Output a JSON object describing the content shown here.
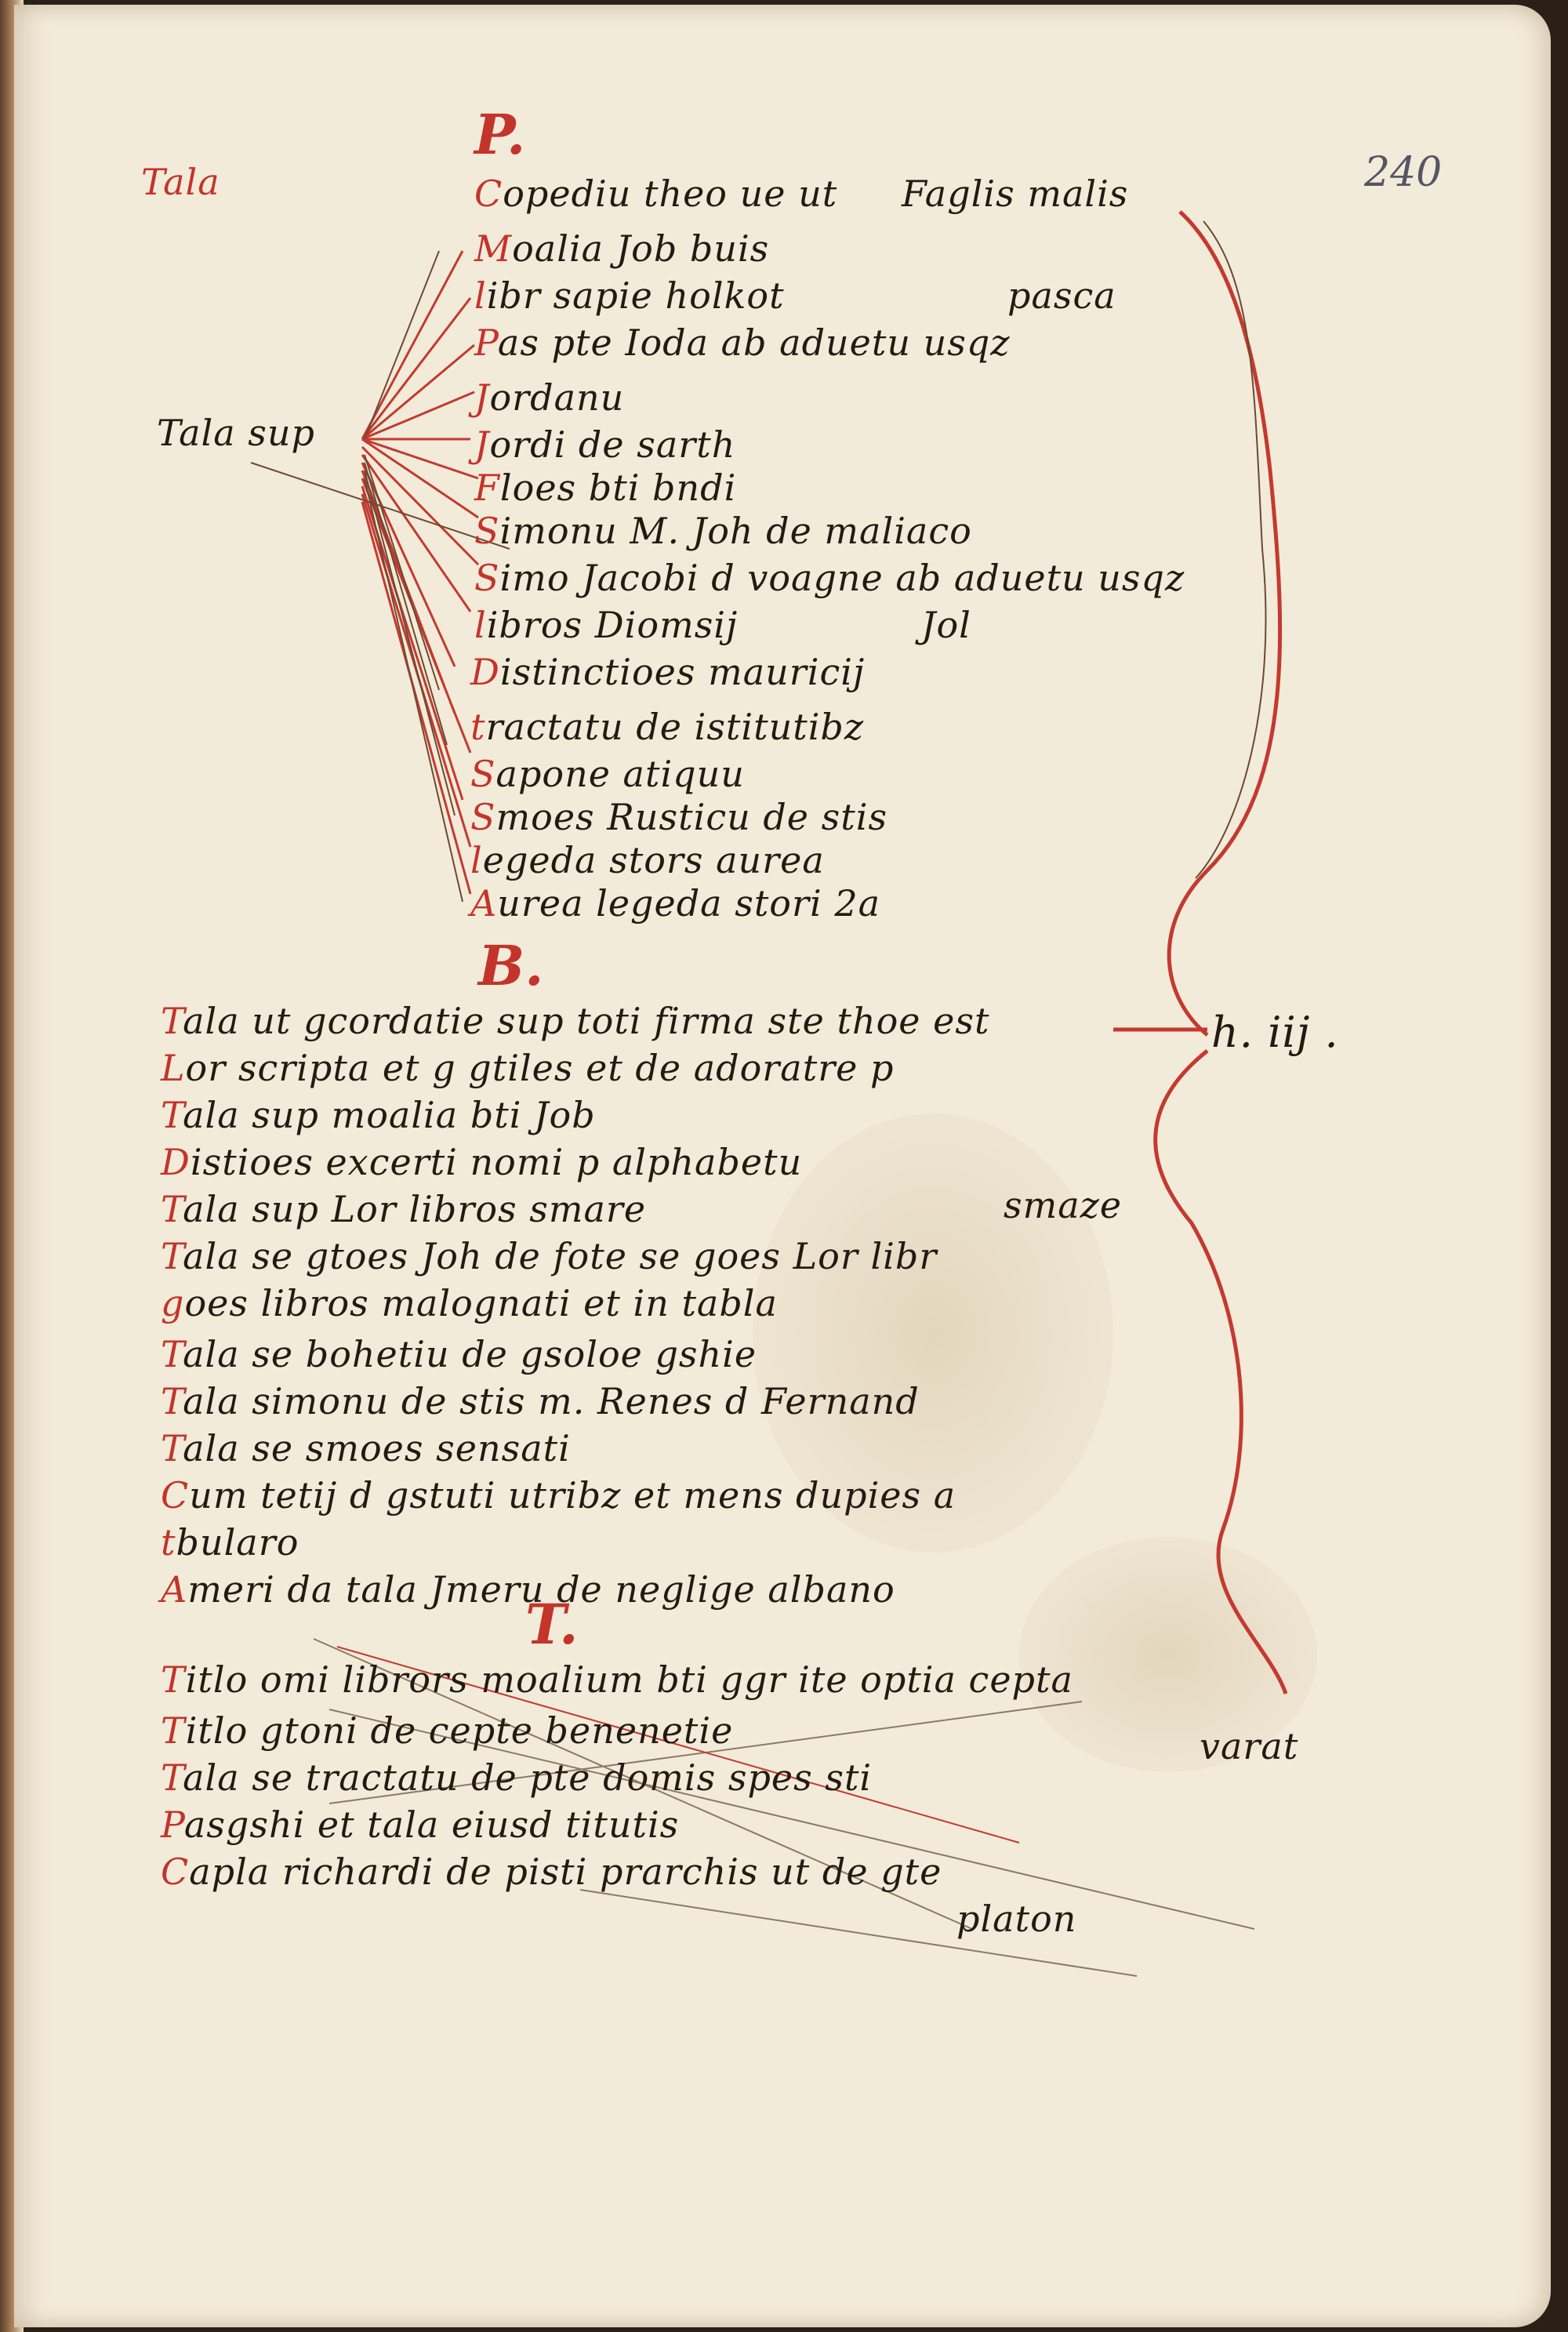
{
  "folio_number": "240",
  "section_letters": [
    "P.",
    "B.",
    "T."
  ],
  "left_labels": {
    "top": "Tala",
    "main": "Tala sup"
  },
  "side_mark": "h. iij .",
  "section_p": [
    "Copediu theo ue ut",
    "Moalia Job buis",
    "libr sapie holkot",
    "Pas pte Ioda ab aduetu usqz",
    "Jordanu",
    "Jordi de sarth",
    "Floes bti bndi",
    "Simonu M. Joh de maliaco",
    "Simo Jacobi d voagne ab aduetu usqz",
    "libros Diomsij",
    "Distinctioes mauricij",
    "tractatu de istitutibz",
    "Sapone atiquu",
    "Smoes Rusticu de stis",
    "legeda stors aurea",
    "Aurea legeda stori 2a"
  ],
  "section_p_notes": [
    "Faglis malis",
    "pasca",
    "Jol"
  ],
  "section_b": [
    "Tala ut gcordatie sup toti firma ste thoe est",
    "Lor scripta et g gtiles et de adoratre p",
    "Tala sup moalia bti Job",
    "Distioes excerti nomi p alphabetu",
    "Tala sup Lor libros smare",
    "Tala se gtoes Joh de fote se goes Lor libr",
    "goes libros malognati et in tabla",
    "Tala se bohetiu de gsoloe gshie",
    "Tala simonu de stis m. Renes d Fernand",
    "Tala se smoes sensati",
    "Cum tetij d gstuti utribz et mens dupies a",
    "tbularo",
    "Ameri da tala Jmeru de neglige albano"
  ],
  "section_b_notes": [
    "smaze"
  ],
  "section_t": [
    "Titlo omi librors moalium bti ggr ite optia cepta",
    "Titlo gtoni de cepte benenetie",
    "Tala se tractatu de pte domis spes sti",
    "Pasgshi et tala eiusd titutis",
    "Capla richardi de pisti prarchis ut de gte"
  ],
  "section_t_notes": [
    "platon",
    "varat"
  ]
}
